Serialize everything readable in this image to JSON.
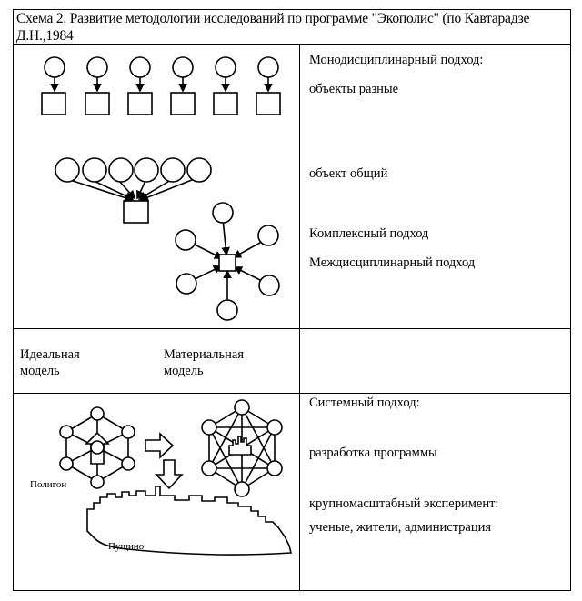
{
  "title": "Схема 2. Развитие методологии исследований по программе \"Экополис\"  (по Кавтарадзе Д.Н.,1984",
  "row1": {
    "monodisciplinary": "Монодисциплинарный подход:",
    "objects_different": "объекты разные",
    "object_common": "объект общий",
    "complex": "Комплексный подход",
    "interdisciplinary": "Междисциплинарный подход"
  },
  "row2": {
    "ideal_line1": "Идеальная",
    "ideal_line2": "модель",
    "material_line1": "Материальная",
    "material_line2": "модель"
  },
  "row3": {
    "system": "Системный подход:",
    "program": "разработка программы",
    "experiment": "крупномасштабный эксперимент:",
    "participants": "ученые, жители, администрация",
    "polygon": "Полигон",
    "pushchino": "Пущино"
  }
}
